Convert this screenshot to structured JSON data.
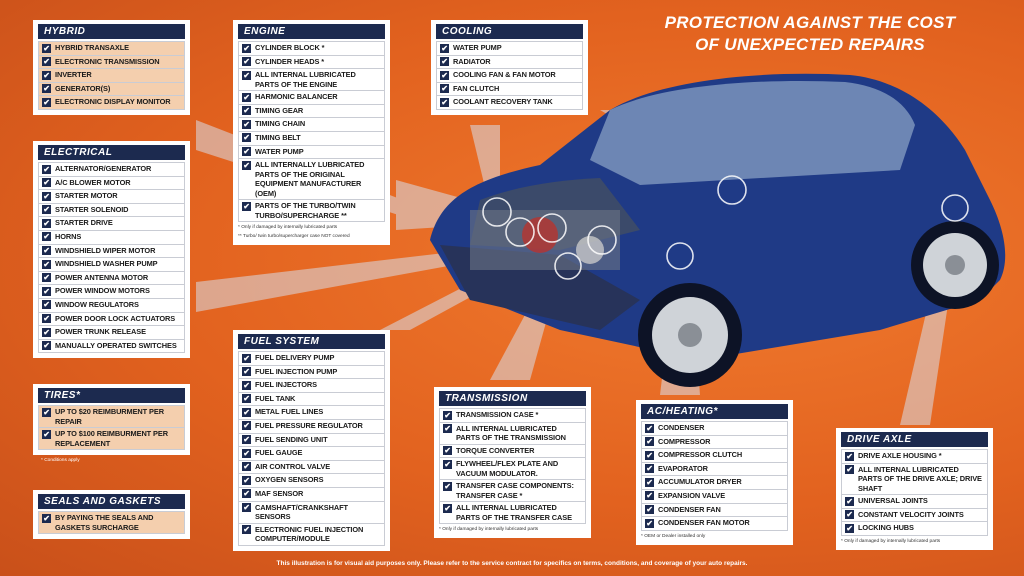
{
  "headline": [
    "PROTECTION AGAINST THE COST",
    "OF UNEXPECTED REPAIRS"
  ],
  "footer": "This illustration is for visual aid purposes only. Please refer to the service contract for specifics on terms, conditions, and coverage of your auto repairs.",
  "check_glyph": "✔",
  "panels": {
    "hybrid": {
      "title": "HYBRID",
      "items": [
        "HYBRID TRANSAXLE",
        "ELECTRONIC TRANSMISSION",
        "INVERTER",
        "GENERATOR(S)",
        "ELECTRONIC DISPLAY MONITOR"
      ]
    },
    "electrical": {
      "title": "ELECTRICAL",
      "items": [
        "ALTERNATOR/GENERATOR",
        "A/C BLOWER MOTOR",
        "STARTER MOTOR",
        "STARTER SOLENOID",
        "STARTER DRIVE",
        "HORNS",
        "WINDSHIELD WIPER MOTOR",
        "WINDSHIELD WASHER PUMP",
        "POWER ANTENNA MOTOR",
        "POWER WINDOW MOTORS",
        "WINDOW REGULATORS",
        "POWER DOOR LOCK ACTUATORS",
        "POWER TRUNK RELEASE",
        "MANUALLY OPERATED SWITCHES"
      ]
    },
    "tires": {
      "title": "TIRES*",
      "items": [
        "UP TO $20 REIMBURMENT PER REPAIR",
        "UP TO $100 REIMBURMENT PER REPLACEMENT"
      ],
      "note": "* Conditions apply"
    },
    "seals": {
      "title": "SEALS AND GASKETS",
      "items": [
        "BY PAYING THE SEALS AND GASKETS SURCHARGE"
      ]
    },
    "engine": {
      "title": "ENGINE",
      "items": [
        "CYLINDER BLOCK *",
        "CYLINDER HEADS *",
        "ALL INTERNAL LUBRICATED PARTS OF THE ENGINE",
        "HARMONIC BALANCER",
        "TIMING GEAR",
        "TIMING CHAIN",
        "TIMING BELT",
        "WATER PUMP",
        "ALL INTERNALLY LUBRICATED PARTS OF THE ORIGINAL EQUIPMENT MANUFACTURER (OEM)",
        "PARTS OF THE TURBO/TWIN TURBO/SUPERCHARGE **"
      ],
      "note1": "* Only if damaged by internally lubricated parts",
      "note2": "** Turbo/ twin turbo/supercharger case NOT covered"
    },
    "cooling": {
      "title": "COOLING",
      "items": [
        "WATER PUMP",
        "RADIATOR",
        "COOLING FAN & FAN MOTOR",
        "FAN CLUTCH",
        "COOLANT RECOVERY TANK"
      ]
    },
    "fuel": {
      "title": "FUEL SYSTEM",
      "items": [
        "FUEL DELIVERY PUMP",
        "FUEL INJECTION PUMP",
        "FUEL INJECTORS",
        "FUEL TANK",
        "METAL FUEL LINES",
        "FUEL PRESSURE REGULATOR",
        "FUEL SENDING UNIT",
        "FUEL GAUGE",
        "AIR CONTROL VALVE",
        "OXYGEN SENSORS",
        "MAF SENSOR",
        "CAMSHAFT/CRANKSHAFT SENSORS",
        "ELECTRONIC FUEL INJECTION COMPUTER/MODULE"
      ]
    },
    "transmission": {
      "title": "TRANSMISSION",
      "items": [
        "TRANSMISSION CASE *",
        "ALL INTERNAL LUBRICATED PARTS OF THE TRANSMISSION",
        "TORQUE CONVERTER",
        "FLYWHEEL/FLEX PLATE AND VACUUM MODULATOR.",
        "TRANSFER CASE COMPONENTS: TRANSFER CASE *",
        "ALL INTERNAL LUBRICATED PARTS OF THE TRANSFER CASE"
      ],
      "note": "* Only if damaged by internally lubricated parts"
    },
    "ac": {
      "title": "AC/HEATING*",
      "items": [
        "CONDENSER",
        "COMPRESSOR",
        "COMPRESSOR CLUTCH",
        "EVAPORATOR",
        "ACCUMULATOR DRYER",
        "EXPANSION VALVE",
        "CONDENSER FAN",
        "CONDENSER FAN MOTOR"
      ],
      "note": "* OEM or Dealer installed only"
    },
    "drive": {
      "title": "DRIVE AXLE",
      "items": [
        "DRIVE AXLE HOUSING *",
        "ALL INTERNAL LUBRICATED PARTS OF THE DRIVE AXLE; DRIVE SHAFT",
        "UNIVERSAL JOINTS",
        "CONSTANT VELOCITY JOINTS",
        "LOCKING HUBS"
      ],
      "note": "* Only if damaged by internally lubricated parts"
    }
  }
}
